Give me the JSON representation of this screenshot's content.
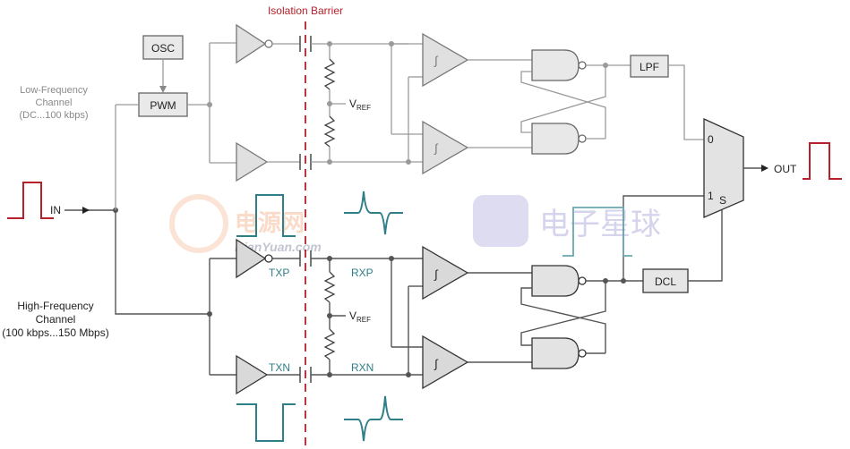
{
  "barrier_label": "Isolation Barrier",
  "boxes": {
    "osc": "OSC",
    "pwm": "PWM",
    "lpf": "LPF",
    "dcl": "DCL"
  },
  "low_channel": {
    "line1": "Low-Frequency",
    "line2": "Channel",
    "line3": "(DC...100 kbps)"
  },
  "high_channel": {
    "line1": "High-Frequency",
    "line2": "Channel",
    "line3": "(100 kbps...150 Mbps)"
  },
  "input_label": "IN",
  "output_label": "OUT",
  "vref_main": "V",
  "vref_sub": "REF",
  "mux": {
    "in0": "0",
    "in1": "1",
    "sel": "S"
  },
  "nodes": {
    "txp": "TXP",
    "txn": "TXN",
    "rxp": "RXP",
    "rxn": "RXN"
  },
  "watermark": {
    "brand1": "电源网",
    "url": "DianYuan.com",
    "brand2": "电子星球"
  },
  "colors": {
    "barrier": "#b5202a",
    "signal": "#2f7f88",
    "wire": "#555555"
  }
}
